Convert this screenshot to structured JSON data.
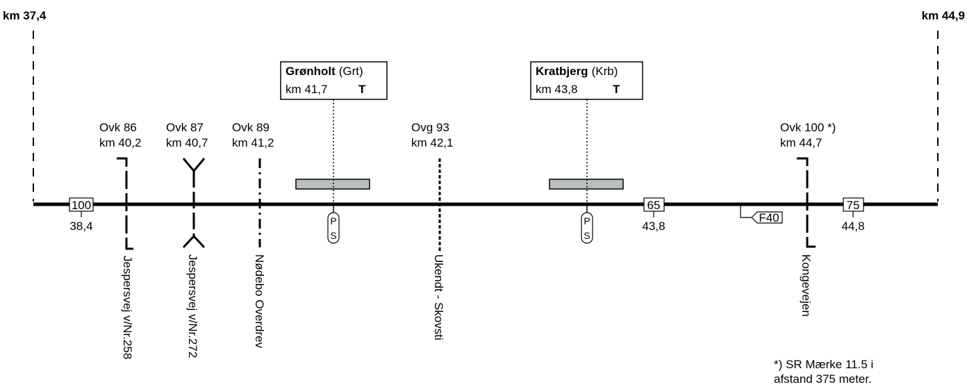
{
  "km_start": "km 37,4",
  "km_end": "km 44,9",
  "stations": [
    {
      "name": "Grønholt",
      "abbr": "(Grt)",
      "km": "km 41,7",
      "type": "T",
      "ps_top": "P",
      "ps_bottom": "S"
    },
    {
      "name": "Kratbjerg",
      "abbr": "(Krb)",
      "km": "km 43,8",
      "type": "T",
      "ps_top": "P",
      "ps_bottom": "S"
    }
  ],
  "crossings": [
    {
      "id": "Ovk 86",
      "km": "km 40,2",
      "road": "Jespersvej v/Nr.258"
    },
    {
      "id": "Ovk 87",
      "km": "km 40,7",
      "road": "Jespersvej v/Nr.272"
    },
    {
      "id": "Ovk 89",
      "km": "km 41,2",
      "road": "Nødebo Overdrev"
    },
    {
      "id": "Ovg 93",
      "km": "km 42,1",
      "road": "Ukendt - Skovsti"
    },
    {
      "id": "Ovk 100 *)",
      "km": "km 44,7",
      "road": "Kongevejen"
    }
  ],
  "speed_signs": [
    {
      "value": "100",
      "km": "38,4"
    },
    {
      "value": "65",
      "km": "43,8"
    },
    {
      "value": "75",
      "km": "44,8"
    }
  ],
  "marker": {
    "label": "F40"
  },
  "footnote": {
    "line1": "*) SR Mærke 11.5 i",
    "line2": "afstand 375 meter."
  }
}
